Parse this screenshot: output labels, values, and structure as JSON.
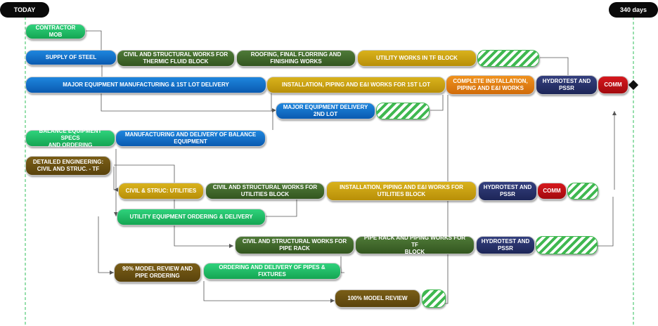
{
  "milestones": {
    "start": "TODAY",
    "end": "340 days"
  },
  "colors": {
    "green": "#14a552",
    "blue": "#0a5ab0",
    "dark_green": "#33561f",
    "yellow": "#b88f08",
    "orange": "#d06b0a",
    "navy": "#1d2658",
    "red": "#a20a0e",
    "brown": "#5a430c",
    "hatched_float": "#3fb850"
  },
  "tasks": {
    "contractor_mob": "CONTRACTOR\nMOB",
    "supply_steel": "SUPPLY OF STEEL",
    "civil_thermic": "CIVIL AND STRUCTURAL WORKS FOR\nTHERMIC FLUID BLOCK",
    "roofing": "ROOFING, FINAL FLORRING AND\nFINISHING WORKS",
    "utility_tf": "UTILITY WORKS IN TF BLOCK",
    "major_equip_1st": "MAJOR EQUIPMENT MANUFACTURING & 1ST LOT DELIVERY",
    "install_1st": "INSTALLATION, PIPING AND E&I WORKS FOR 1ST LOT",
    "complete_install": "COMPLETE INSTALLATION,\nPIPING AND E&I WORKS",
    "hydrotest_1": "HYDROTEST AND\nPSSR",
    "comm_1": "COMM",
    "major_equip_2nd": "MAJOR EQUIPMENT DELIVERY\n2ND LOT",
    "balance_specs": "BALANCE EQUIPMENT SPECS\nAND ORDERING",
    "mfg_balance": "MANUFACTURING AND DELIVERY OF BALANCE\nEQUIPMENT",
    "detailed_eng": "DETAILED ENGINEERING:\nCIVIL AND STRUC. - TF",
    "civil_utilities": "CIVIL & STRUC: UTILITIES",
    "civil_util_block": "CIVIL AND STRUCTURAL WORKS FOR\nUTILITIES BLOCK",
    "install_util": "INSTALLATION, PIPING AND E&I WORKS FOR\nUTILITIES BLOCK",
    "hydrotest_2": "HYDROTEST AND\nPSSR",
    "comm_2": "COMM",
    "util_equip_order": "UTILITY EQUIPMENT ORDERING & DELIVERY",
    "civil_pipe_rack": "CIVIL AND STRUCTURAL WORKS FOR\nPIPE RACK",
    "pipe_rack_tf": "PIPE RACK AND PIPING WORKS FOR TF\nBLOCK",
    "hydrotest_3": "HYDROTEST AND\nPSSR",
    "model_90": "90% MODEL REVIEW AND\nPIPE ORDERING",
    "pipes_fixtures": "ORDERING AND DELIVERY OF PIPES &\nFIXTURES",
    "model_100": "100% MODEL REVIEW"
  }
}
